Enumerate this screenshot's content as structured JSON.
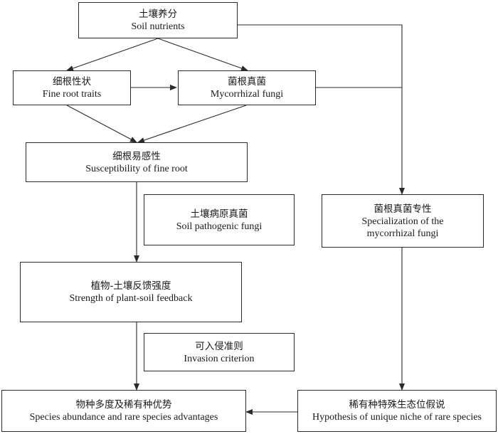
{
  "nodes": {
    "soil_nutrients": {
      "zh": "土壤养分",
      "en": "Soil nutrients"
    },
    "fine_root_traits": {
      "zh": "细根性状",
      "en": "Fine root traits"
    },
    "mycorrhizal_fungi": {
      "zh": "菌根真菌",
      "en": "Mycorrhizal fungi"
    },
    "susceptibility": {
      "zh": "细根易感性",
      "en": "Susceptibility of fine root"
    },
    "soil_pathogenic_fungi": {
      "zh": "土壤病原真菌",
      "en": "Soil pathogenic fungi"
    },
    "specialization": {
      "zh": "菌根真菌专性",
      "en": "Specialization of the\nmycorrhizal fungi"
    },
    "plant_soil_feedback": {
      "zh": "植物-土壤反馈强度",
      "en": "Strength of plant-soil feedback"
    },
    "invasion_criterion": {
      "zh": "可入侵准则",
      "en": "Invasion criterion"
    },
    "species_abundance": {
      "zh": "物种多度及稀有种优势",
      "en": "Species abundance and rare species advantages"
    },
    "unique_niche": {
      "zh": "稀有种特殊生态位假说",
      "en": "Hypothesis of unique niche of rare species"
    }
  },
  "style": {
    "line_color": "#2a2a2a",
    "border_color": "#2a2a2a",
    "background": "#ffffff"
  }
}
